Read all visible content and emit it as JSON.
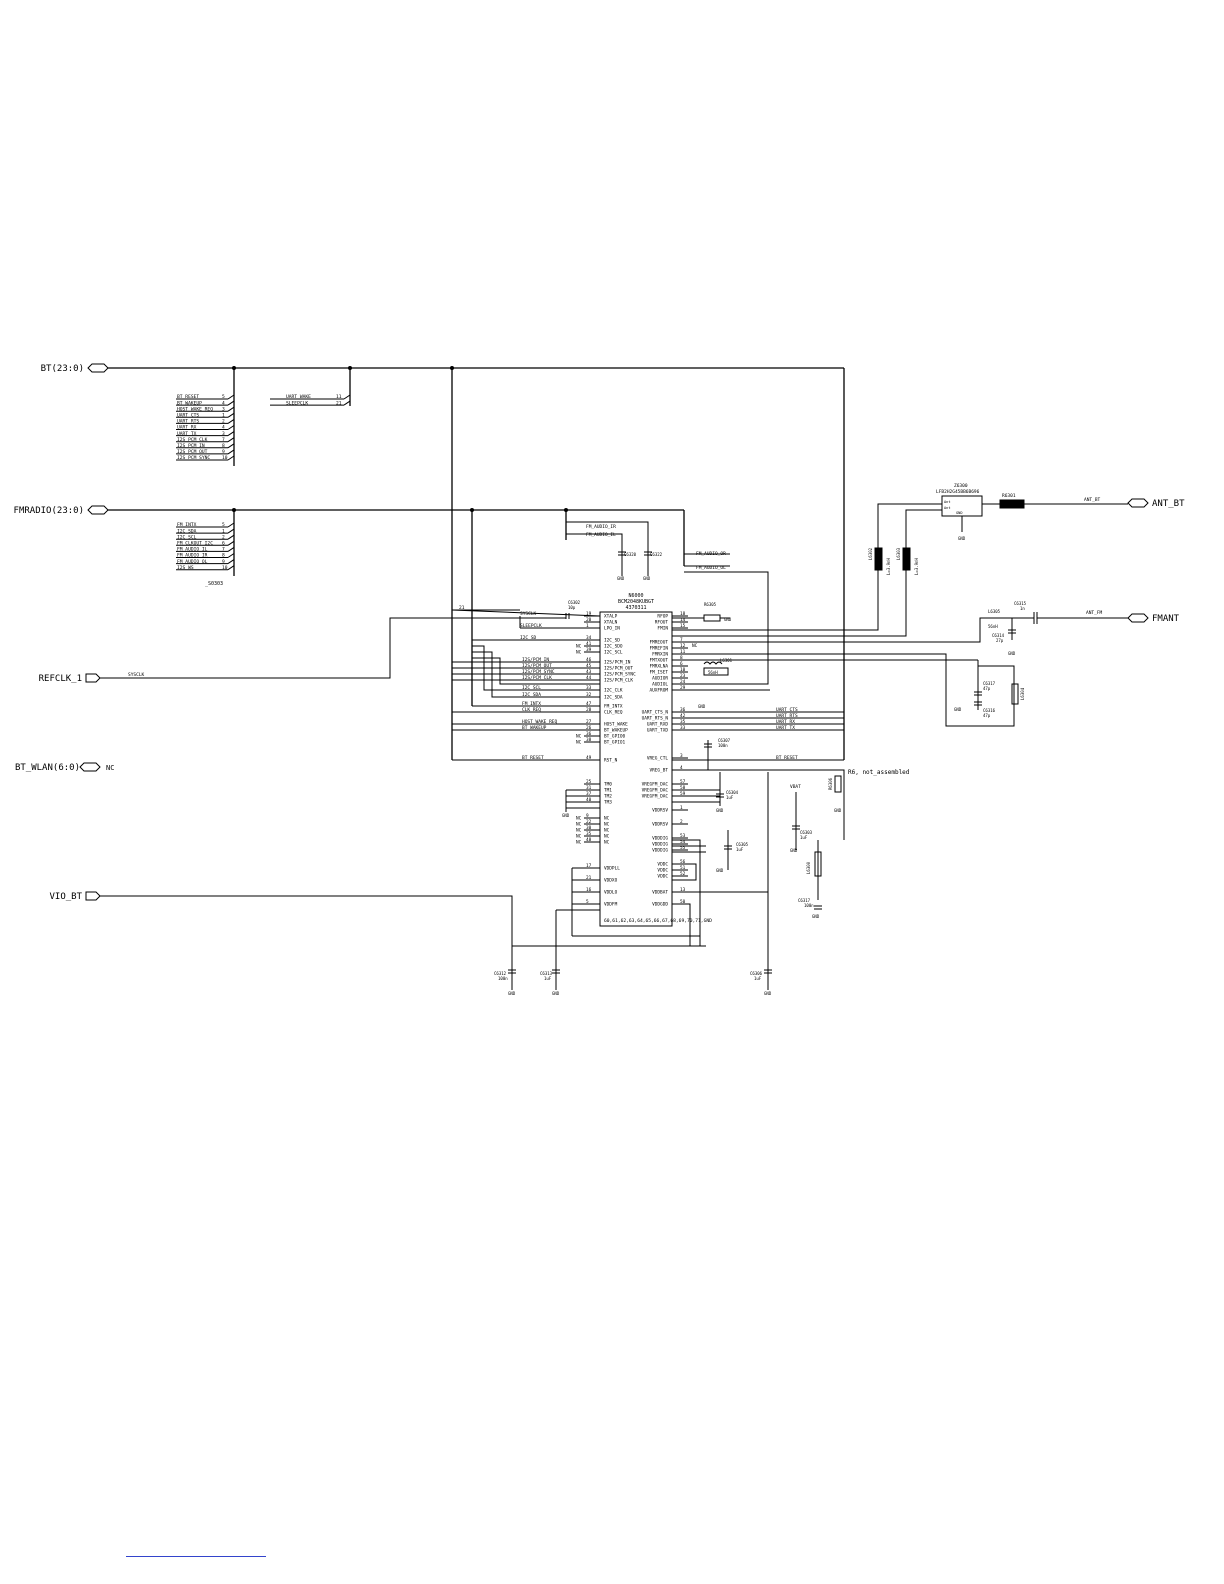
{
  "ports": {
    "bt": "BT(23:0)",
    "fmradio": "FMRADIO(23:0)",
    "refclk": "REFCLK_1",
    "bt_wlan": "BT_WLAN(6:0)",
    "bt_wlan_nc": "NC",
    "vio_bt": "VIO_BT",
    "ant_bt": "ANT_BT",
    "fmant": "FMANT"
  },
  "bt_bus_entries": [
    {
      "name": "BT_RESET",
      "pin": "5"
    },
    {
      "name": "BT_WAKEUP",
      "pin": "4"
    },
    {
      "name": "HOST_WAKE_REQ",
      "pin": "3"
    },
    {
      "name": "UART_CTS",
      "pin": "1"
    },
    {
      "name": "UART_RTS",
      "pin": "2"
    },
    {
      "name": "UART_RX",
      "pin": "4"
    },
    {
      "name": "UART_TX",
      "pin": "3"
    },
    {
      "name": "I2S_PCM_CLK",
      "pin": "7"
    },
    {
      "name": "I2S_PCM_IN",
      "pin": "8"
    },
    {
      "name": "I2S_PCM_OUT",
      "pin": "9"
    },
    {
      "name": "I2S_PCM_SYNC",
      "pin": "10"
    }
  ],
  "bt_bus_entries2": [
    {
      "name": "UART_WAKE",
      "pin": "11"
    },
    {
      "name": "SLEEPCLK",
      "pin": "21"
    }
  ],
  "fm_bus_entries": [
    {
      "name": "FM_INTX",
      "pin": "5"
    },
    {
      "name": "I2C_SDA",
      "pin": "1"
    },
    {
      "name": "I2C_SCL",
      "pin": "2"
    },
    {
      "name": "FM_CLKOUT_I2C",
      "pin": "6"
    },
    {
      "name": "FM_AUDIO_IL",
      "pin": "7"
    },
    {
      "name": "FM_AUDIO_IR",
      "pin": "8"
    },
    {
      "name": "FM_AUDIO_OL",
      "pin": "9"
    },
    {
      "name": "I2S_WS",
      "pin": "10"
    }
  ],
  "fm_bus_ref": "_S0303",
  "fm_audio_labels": [
    "FM_AUDIO_IR",
    "FM_AUDIO_IL"
  ],
  "fm_audio_out_labels": [
    "FM_AUDIO_OR",
    "FM_AUDIO_OL"
  ],
  "ic": {
    "ref": "N6000",
    "part": "BCM2048KUBGT",
    "code": "4370311",
    "left_pins": [
      {
        "num": "19",
        "name": "XTALP"
      },
      {
        "num": "20",
        "name": "XTALN"
      },
      {
        "num": "1",
        "name": "LPO_IN"
      },
      {
        "num": "34",
        "name": "I2C_SD"
      },
      {
        "num": "41",
        "name": "I2C_SDO"
      },
      {
        "num": "39",
        "name": "I2C_SCL"
      },
      {
        "num": "46",
        "name": "I2S/PCM_IN"
      },
      {
        "num": "45",
        "name": "I2S/PCM_OUT"
      },
      {
        "num": "43",
        "name": "I2S/PCM_SYNC"
      },
      {
        "num": "44",
        "name": "I2S/PCM_CLK"
      },
      {
        "num": "33",
        "name": "I2C_CLK"
      },
      {
        "num": "32",
        "name": "I2C_SDA"
      },
      {
        "num": "47",
        "name": "FM_INTX"
      },
      {
        "num": "28",
        "name": "CLK_REQ"
      },
      {
        "num": "27",
        "name": "HOST_WAKE"
      },
      {
        "num": "26",
        "name": "BT_WAKEUP"
      },
      {
        "num": "36",
        "name": "BT_GPIO0"
      },
      {
        "num": "38",
        "name": "BT_GPIO1"
      },
      {
        "num": "49",
        "name": "RST_N"
      },
      {
        "num": "25",
        "name": "TM0"
      },
      {
        "num": "31",
        "name": "TM1"
      },
      {
        "num": "37",
        "name": "TM2"
      },
      {
        "num": "40",
        "name": "TM3"
      },
      {
        "num": "9",
        "name": "NC"
      },
      {
        "num": "22",
        "name": "NC"
      },
      {
        "num": "30",
        "name": "NC"
      },
      {
        "num": "35",
        "name": "NC"
      },
      {
        "num": "48",
        "name": "NC"
      },
      {
        "num": "17",
        "name": "VDDPLL"
      },
      {
        "num": "21",
        "name": "VDDXO"
      },
      {
        "num": "16",
        "name": "VDDLO"
      },
      {
        "num": "5",
        "name": "VDDFM"
      }
    ],
    "right_pins": [
      {
        "num": "18",
        "name": "RFOP"
      },
      {
        "num": "14",
        "name": "RFOUT"
      },
      {
        "num": "15",
        "name": "FMIN"
      },
      {
        "num": "7",
        "name": "FMREOUT"
      },
      {
        "num": "12",
        "name": "FMREFIN"
      },
      {
        "num": "11",
        "name": "FMRXIN"
      },
      {
        "num": "8",
        "name": "FMTXOUT"
      },
      {
        "num": "6",
        "name": "FMRXLNA"
      },
      {
        "num": "10",
        "name": "FM_ISET"
      },
      {
        "num": "23",
        "name": "AUDIOR"
      },
      {
        "num": "24",
        "name": "AUDIOL"
      },
      {
        "num": "29",
        "name": "AUXFROM"
      },
      {
        "num": "36",
        "name": "UART_CTS_N"
      },
      {
        "num": "42",
        "name": "UART_RTS_N"
      },
      {
        "num": "35",
        "name": "UART_RXD"
      },
      {
        "num": "33",
        "name": "UART_TXD"
      },
      {
        "num": "3",
        "name": "VREG_CTL"
      },
      {
        "num": "4",
        "name": "VREG_BT"
      },
      {
        "num": "57",
        "name": "VREGFM_DAC"
      },
      {
        "num": "58",
        "name": "VREGFM_DAC"
      },
      {
        "num": "59",
        "name": "VREGFM_DAC"
      },
      {
        "num": "1",
        "name": "VDDRSV"
      },
      {
        "num": "2",
        "name": "VDDRSV"
      },
      {
        "num": "53",
        "name": "VDDDIG"
      },
      {
        "num": "54",
        "name": "VDDDIG"
      },
      {
        "num": "55",
        "name": "VDDDIG"
      },
      {
        "num": "56",
        "name": "VDDC"
      },
      {
        "num": "51",
        "name": "VDDC"
      },
      {
        "num": "52",
        "name": "VDDC"
      },
      {
        "num": "13",
        "name": "VDDBAT"
      },
      {
        "num": "50",
        "name": "VDDGDD"
      }
    ],
    "gnd_pins": "60,61,62,63,64,65,66,67,68,69,70,71,GND"
  },
  "nets": {
    "sysclk": "SYSCLK",
    "sleepclk": "SLEEPCLK",
    "i2c_sd": "I2C_SD",
    "bt_reset": "BT_RESET",
    "bt_wakeup": "BT_WAKEUP",
    "host_wake_req": "HOST_WAKE_REQ",
    "fm_intx": "FM_INTX",
    "clk_req": "CLK_REQ",
    "uart_cts": "UART_CTS",
    "uart_rts": "UART_RTS",
    "uart_rx": "UART_RX",
    "uart_tx": "UART_TX",
    "bt_reset_right": "BT_RESET",
    "i2s_in": "I2S/PCM_IN",
    "i2s_out": "I2S/PCM_OUT",
    "i2s_sync": "I2S/PCM_SYNC",
    "i2s_clk": "I2S/PCM_CLK",
    "i2c_scl": "I2C_SCL",
    "i2c_sda": "I2C_SDA",
    "ant_bt_net": "ANT_BT",
    "ant_fm_net": "ANT_FM",
    "refclk_net": "SYSCLK",
    "not_assembled": "R6, not_assembled",
    "nc": "NC"
  },
  "components": {
    "z6300": {
      "ref": "Z6300",
      "part": "LFB2H2G45BB6B696",
      "pins": [
        "6",
        "1",
        "3",
        "5",
        "2"
      ],
      "labels": [
        "Ant",
        "Ant",
        "GND",
        "Ch_Ba_Out"
      ]
    },
    "r6301": {
      "ref": "R6301"
    },
    "l6302": {
      "ref": "L6302",
      "val": "L=3.9nH"
    },
    "l6303": {
      "ref": "L6303",
      "val": "L=3.9nH"
    },
    "l6305": {
      "ref": "L6305",
      "val": "56nH"
    },
    "l6304": {
      "ref": "L6304"
    },
    "c6315": {
      "ref": "C6315",
      "val": "1n"
    },
    "c6314": {
      "ref": "C6314",
      "val": "27p"
    },
    "c6317": {
      "ref": "C6317",
      "val": "47p"
    },
    "c6316": {
      "ref": "C6316",
      "val": "47p"
    },
    "c6302": {
      "ref": "C6302",
      "val": "10p"
    },
    "c6320": {
      "ref": "C6320"
    },
    "c6322": {
      "ref": "C6322"
    },
    "r6305": {
      "ref": "R6305"
    },
    "c6307": {
      "ref": "C6307",
      "val": "100n"
    },
    "c6304": {
      "ref": "C6304",
      "val": "1uF"
    },
    "c6305": {
      "ref": "C6305",
      "val": "1uF"
    },
    "c6303": {
      "ref": "C6303",
      "val": "1uF"
    },
    "l6300": {
      "ref": "L6300"
    },
    "c6317b": {
      "ref": "C6317",
      "val": "100n"
    },
    "r6306": {
      "ref": "R6306"
    },
    "c6312": {
      "ref": "C6312",
      "val": "100n"
    },
    "c6313": {
      "ref": "C6313",
      "val": "1uF"
    },
    "c6306": {
      "ref": "C6306",
      "val": "1uF"
    },
    "vbat": "VBAT",
    "x6303": {
      "ref": "X6303"
    },
    "l6301": {
      "ref": "L6301",
      "val": "56nH"
    }
  },
  "gnd": "GND"
}
